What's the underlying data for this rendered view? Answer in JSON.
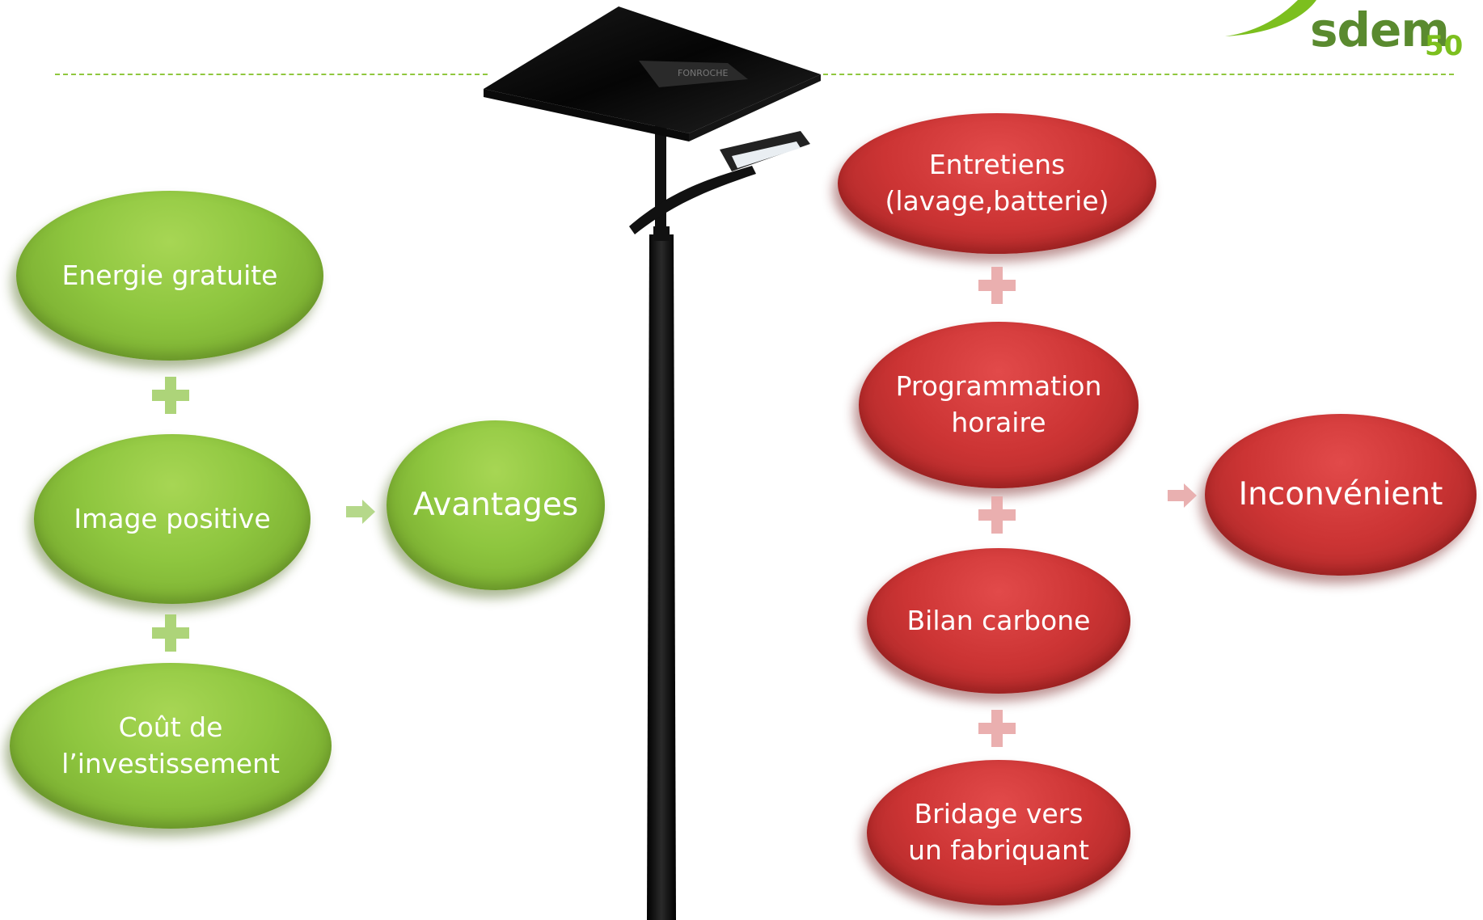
{
  "logo": {
    "text": "sdem",
    "number": "50",
    "brand_color": "#5a8a2f",
    "accent_color": "#7cbf1e"
  },
  "lamp": {
    "brand_text": "FONROCHE"
  },
  "advantages": {
    "color": "#8ec63f",
    "items": [
      "Energie gratuite",
      "Image positive",
      "Coût de\nl’investissement"
    ],
    "result": "Avantages"
  },
  "disadvantages": {
    "color": "#cc3434",
    "items": [
      "Entretiens\n(lavage,batterie)",
      "Programmation\nhoraire",
      "Bilan carbone",
      "Bridage vers\nun fabriquant"
    ],
    "result": "Inconvénient"
  },
  "icons": {
    "plus": "plus-icon",
    "arrow": "arrow-right-icon"
  }
}
